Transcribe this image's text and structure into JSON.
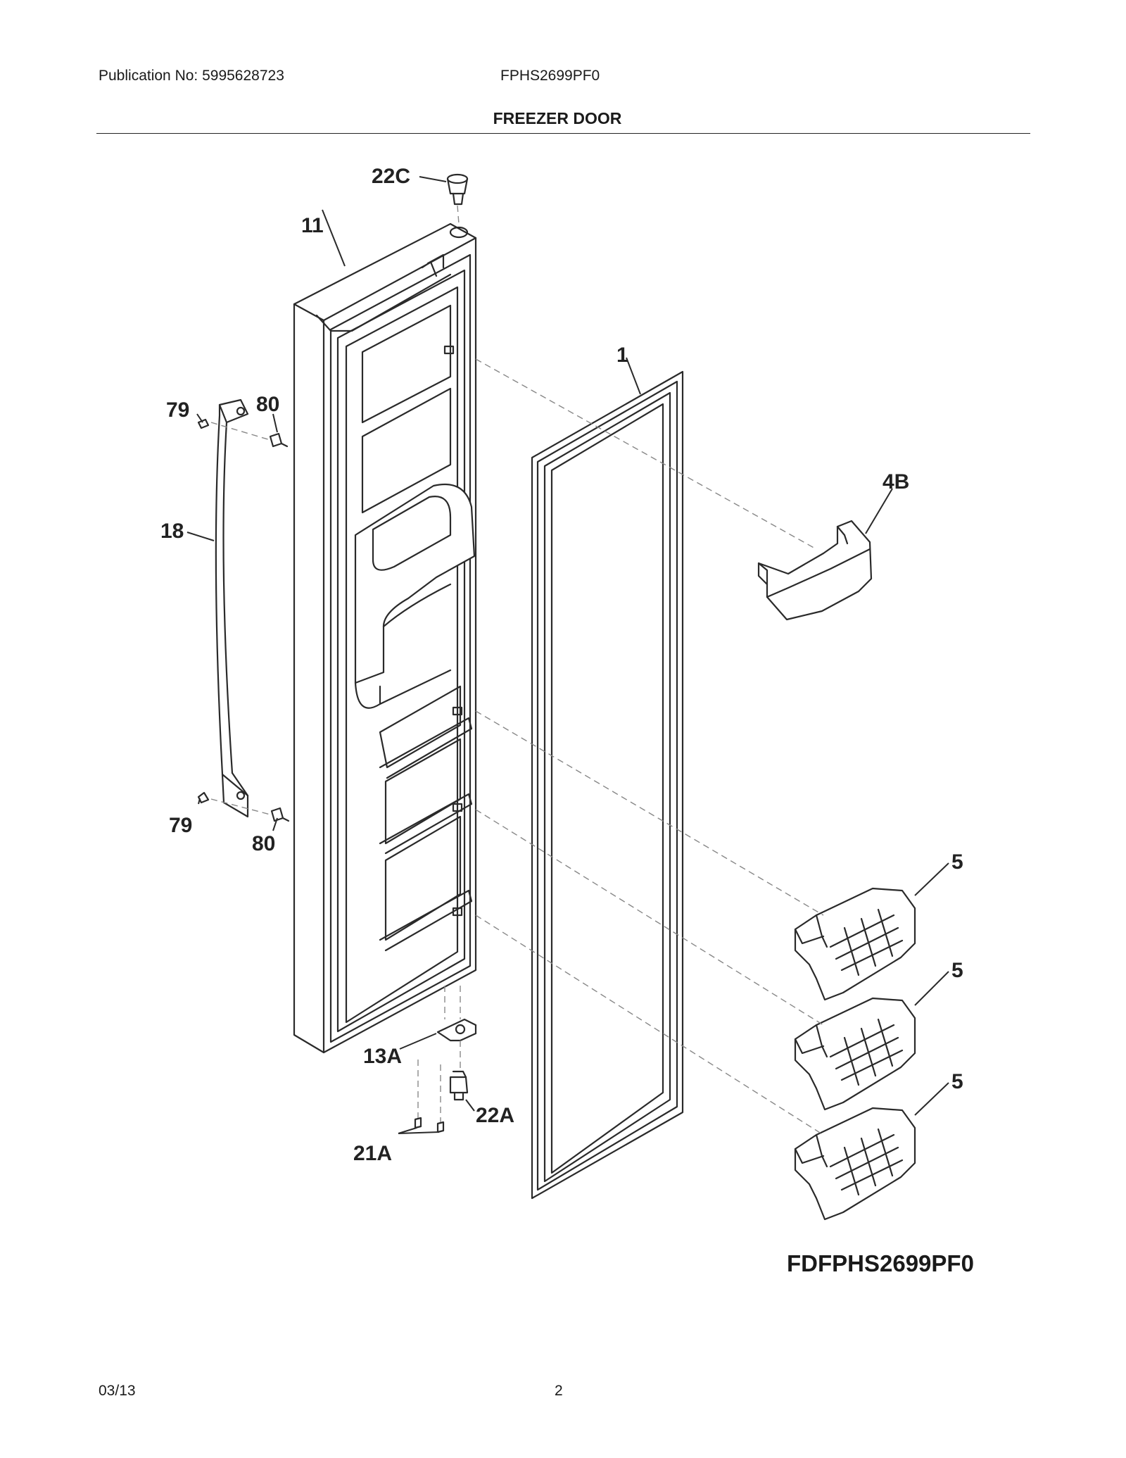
{
  "header": {
    "publication": "Publication No: 5995628723",
    "model": "FPHS2699PF0",
    "title": "FREEZER DOOR"
  },
  "callouts": [
    {
      "id": "c22C",
      "text": "22C"
    },
    {
      "id": "c11",
      "text": "11"
    },
    {
      "id": "c1",
      "text": "1"
    },
    {
      "id": "c79a",
      "text": "79"
    },
    {
      "id": "c80a",
      "text": "80"
    },
    {
      "id": "c4B",
      "text": "4B"
    },
    {
      "id": "c18",
      "text": "18"
    },
    {
      "id": "c79b",
      "text": "79"
    },
    {
      "id": "c80b",
      "text": "80"
    },
    {
      "id": "c5a",
      "text": "5"
    },
    {
      "id": "c5b",
      "text": "5"
    },
    {
      "id": "c5c",
      "text": "5"
    },
    {
      "id": "c13A",
      "text": "13A"
    },
    {
      "id": "c22A",
      "text": "22A"
    },
    {
      "id": "c21A",
      "text": "21A"
    }
  ],
  "figure_code": "FDFPHS2699PF0",
  "footer": {
    "date": "03/13",
    "page": "2"
  }
}
